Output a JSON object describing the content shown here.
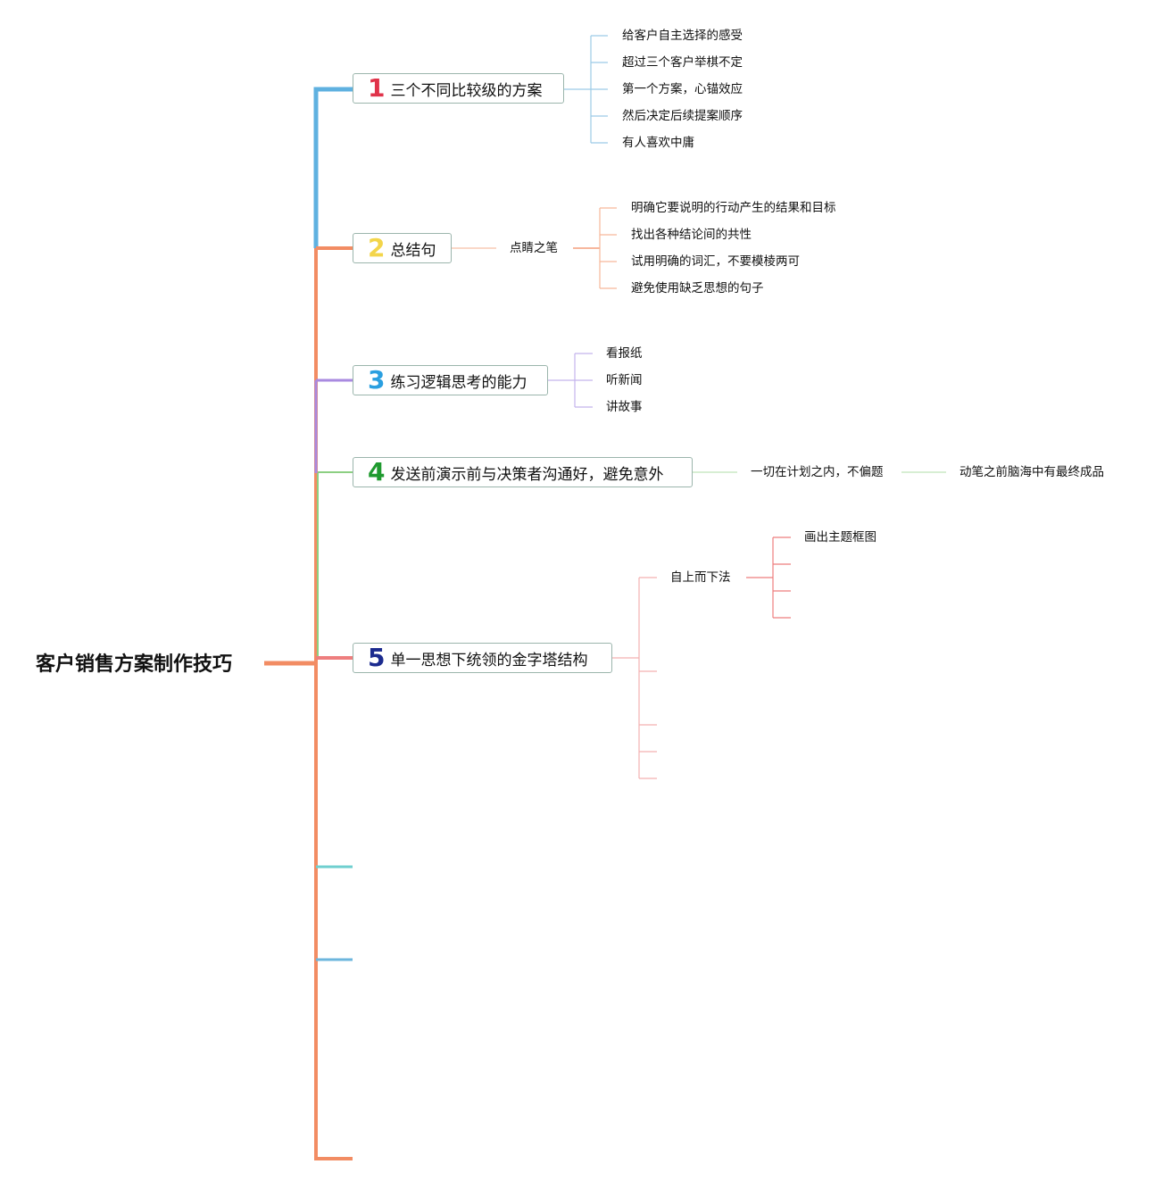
{
  "root": {
    "title": "客户销售方案制作技巧"
  },
  "colors": {
    "trunk": "#f28c63",
    "branch1": "#5fb1e0",
    "branch2": "#f28c63",
    "branch3": "#a98ae0",
    "branch4": "#8ccf82",
    "branch5": "#ee7e7e",
    "branch6": "#6fcfcf",
    "branch7": "#6cb6dd",
    "num1": "#e0334a",
    "num2": "#f3d54a",
    "num3": "#2a9fe0",
    "num4": "#1f9a2f",
    "num5": "#1c2b8f"
  },
  "topics": [
    {
      "num": "1",
      "label": "三个不同比较级的方案",
      "children": [
        "给客户自主选择的感受",
        "超过三个客户举棋不定",
        "第一个方案，心锚效应",
        "然后决定后续提案顺序",
        "有人喜欢中庸"
      ]
    },
    {
      "num": "2",
      "label": "总结句",
      "sub": "点睛之笔",
      "children": [
        "明确它要说明的行动产生的结果和目标",
        "找出各种结论间的共性",
        "试用明确的词汇，不要模棱两可",
        "避免使用缺乏思想的句子"
      ]
    },
    {
      "num": "3",
      "label": "练习逻辑思考的能力",
      "children": [
        "看报纸",
        "听新闻",
        "讲故事"
      ]
    },
    {
      "num": "4",
      "label": "发送前演示前与决策者沟通好，避免意外",
      "sub": "一切在计划之内，不偏题",
      "sub2": "动笔之前脑海中有最终成品"
    },
    {
      "num": "5",
      "label": "单一思想下统领的金字塔结构",
      "sub": "自上而下法",
      "children": [
        "画出主题框图"
      ]
    }
  ]
}
